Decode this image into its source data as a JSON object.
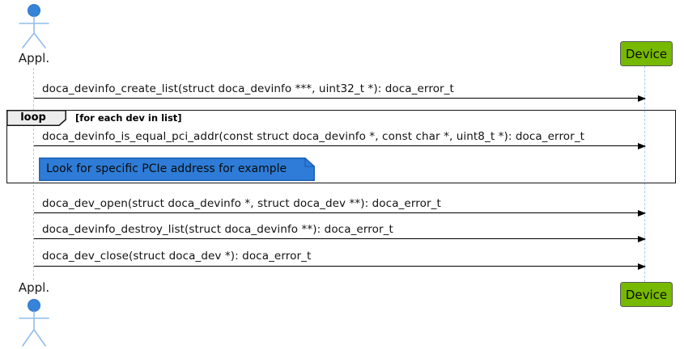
{
  "colors": {
    "device_fill": "#76B900",
    "note_fill": "#2E7CD7",
    "actor_blue": "#3584DA",
    "actor_limb": "#92BCEC",
    "lifeline": "#A9CBEF"
  },
  "participants": {
    "appl": {
      "label": "Appl."
    },
    "device": {
      "label": "Device"
    }
  },
  "messages": [
    "doca_devinfo_create_list(struct doca_devinfo ***, uint32_t *): doca_error_t",
    "doca_devinfo_is_equal_pci_addr(const struct doca_devinfo *, const char *, uint8_t *): doca_error_t",
    "doca_dev_open(struct doca_devinfo *, struct doca_dev **): doca_error_t",
    "doca_devinfo_destroy_list(struct doca_devinfo **): doca_error_t",
    "doca_dev_close(struct doca_dev *): doca_error_t"
  ],
  "loop": {
    "keyword": "loop",
    "condition": "[for each dev in list]"
  },
  "note": {
    "text": "Look for specific PCIe address for example"
  }
}
